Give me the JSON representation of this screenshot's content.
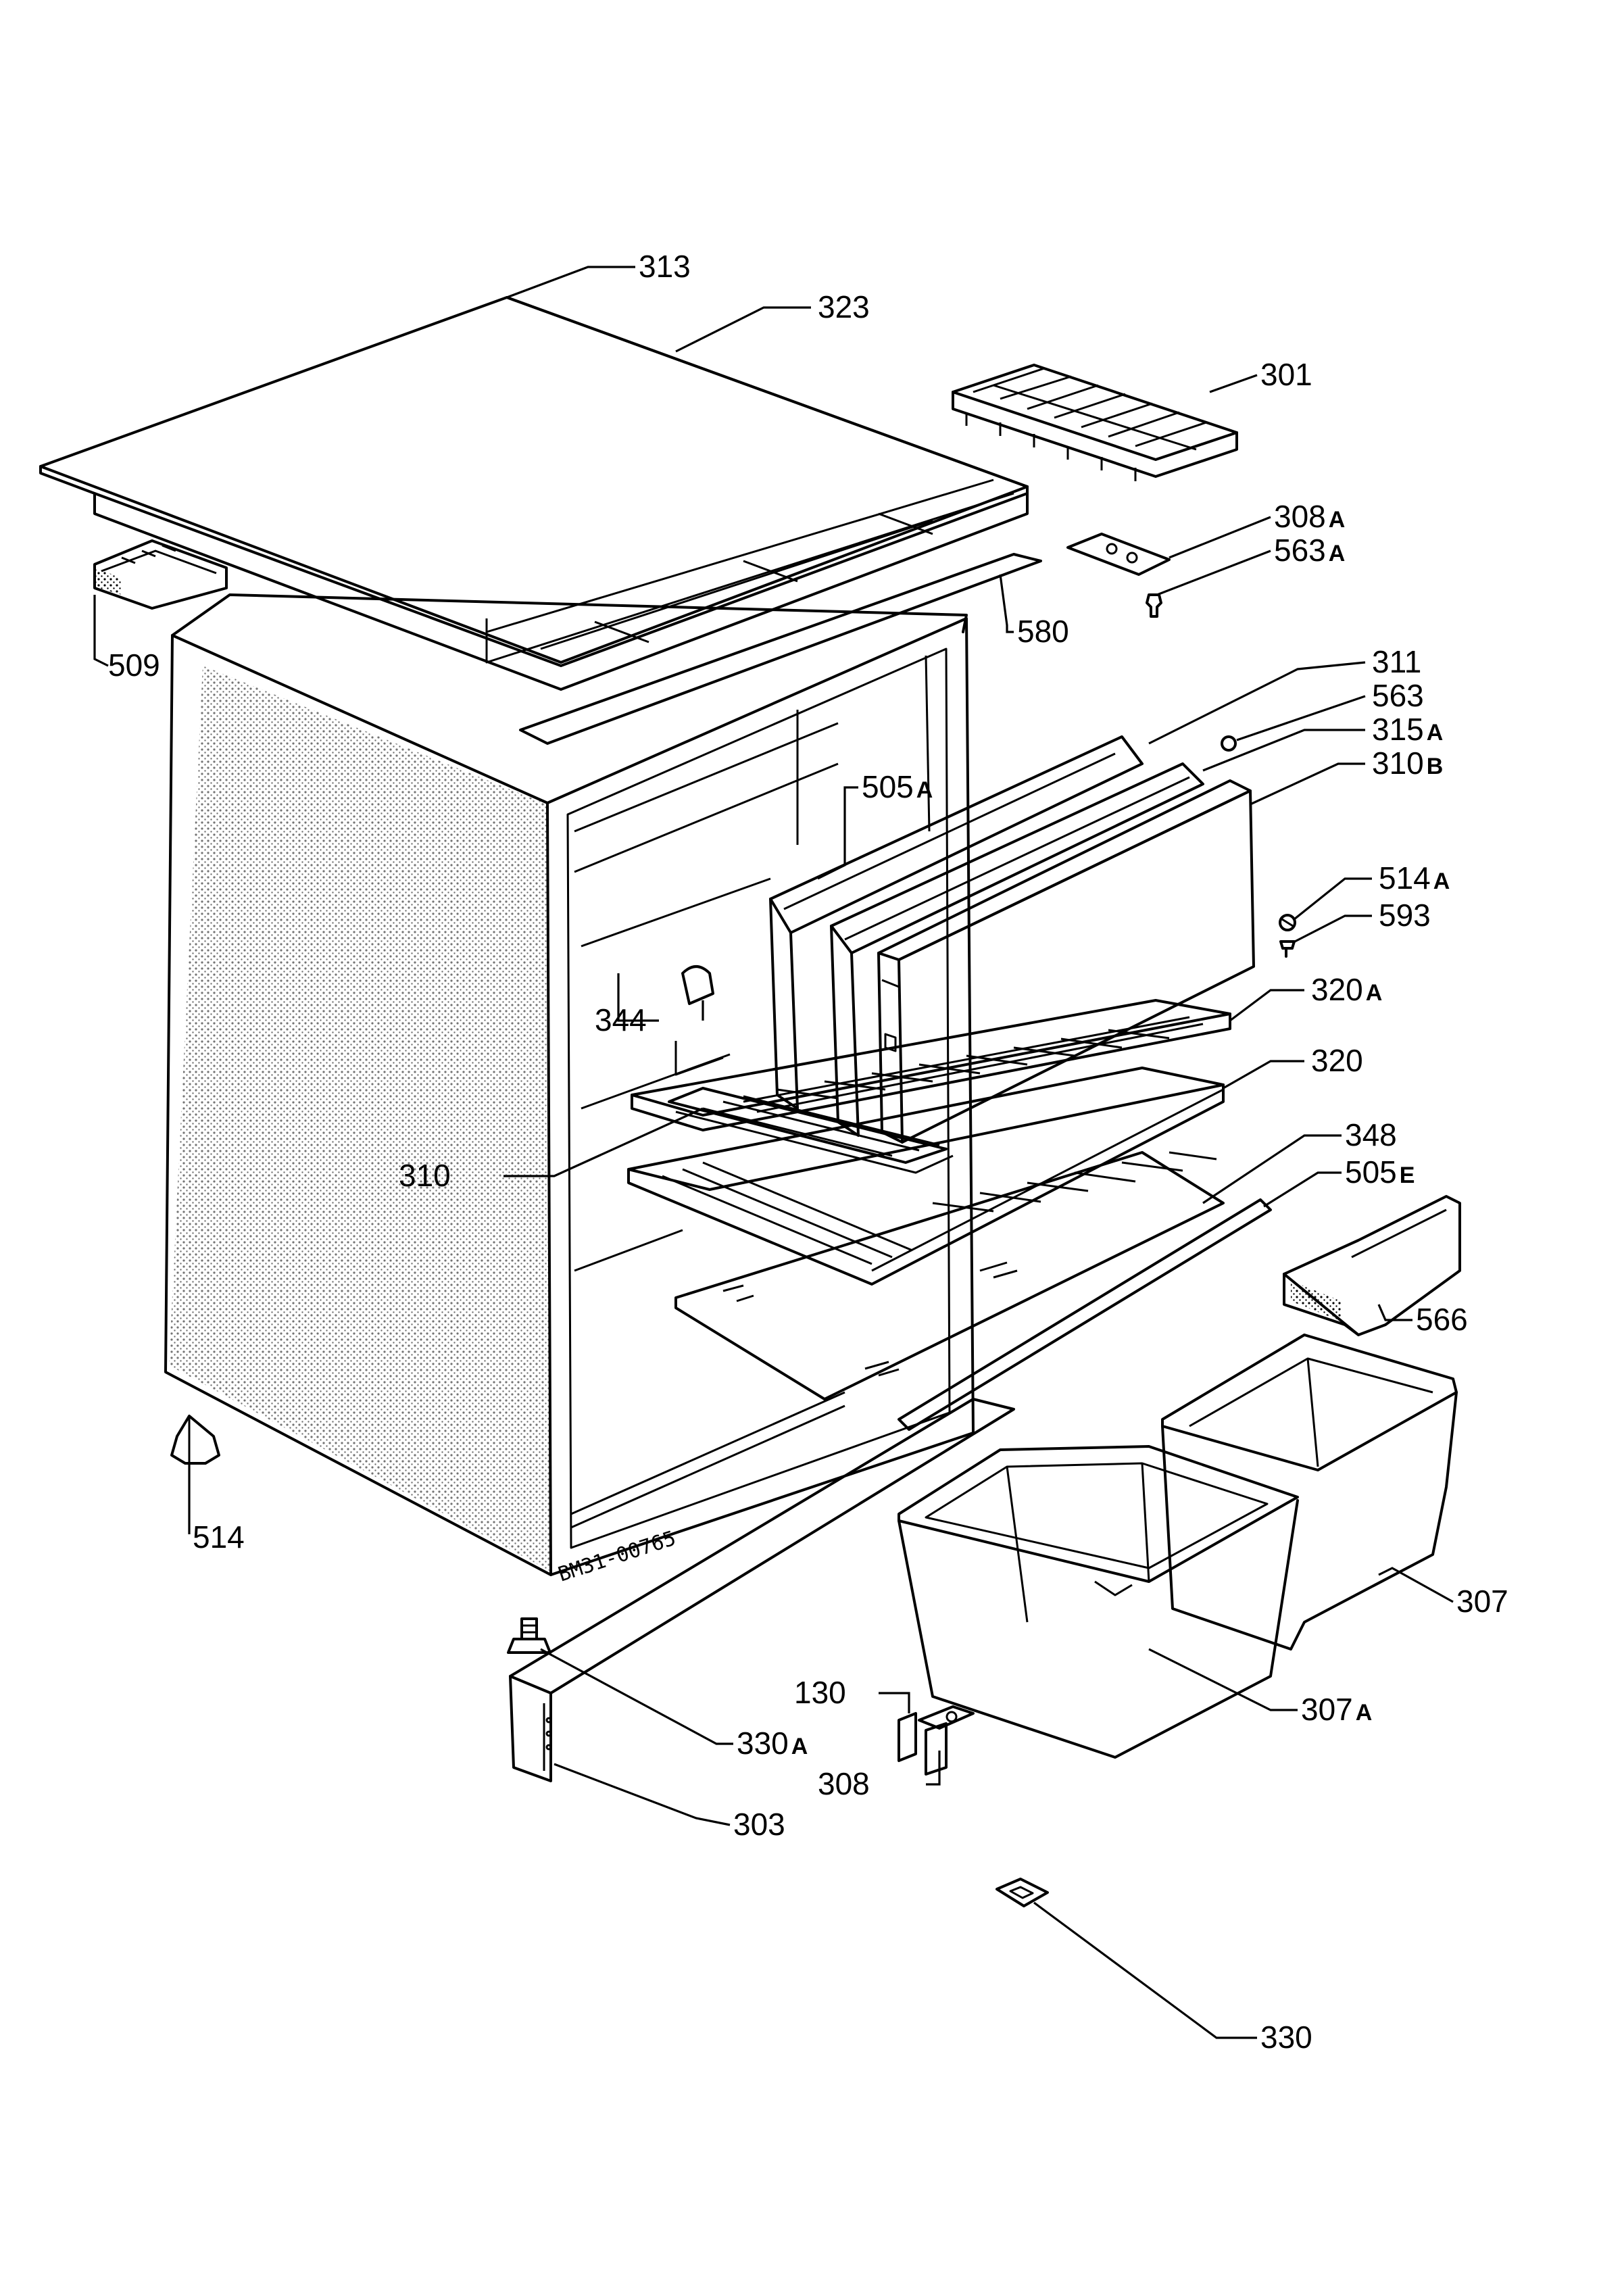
{
  "diagram": {
    "callouts": [
      {
        "id": "313",
        "suffix": ""
      },
      {
        "id": "323",
        "suffix": ""
      },
      {
        "id": "301",
        "suffix": ""
      },
      {
        "id": "308",
        "suffix": "A"
      },
      {
        "id": "563",
        "suffix": "A"
      },
      {
        "id": "580",
        "suffix": ""
      },
      {
        "id": "509",
        "suffix": ""
      },
      {
        "id": "311",
        "suffix": ""
      },
      {
        "id": "563",
        "suffix": ""
      },
      {
        "id": "315",
        "suffix": "A"
      },
      {
        "id": "310",
        "suffix": "B"
      },
      {
        "id": "505",
        "suffix": "A"
      },
      {
        "id": "514",
        "suffix": "A"
      },
      {
        "id": "593",
        "suffix": ""
      },
      {
        "id": "344",
        "suffix": ""
      },
      {
        "id": "320",
        "suffix": "A"
      },
      {
        "id": "320",
        "suffix": ""
      },
      {
        "id": "310",
        "suffix": ""
      },
      {
        "id": "348",
        "suffix": ""
      },
      {
        "id": "505",
        "suffix": "E"
      },
      {
        "id": "566",
        "suffix": ""
      },
      {
        "id": "514",
        "suffix": ""
      },
      {
        "id": "307",
        "suffix": ""
      },
      {
        "id": "130",
        "suffix": ""
      },
      {
        "id": "307",
        "suffix": "A"
      },
      {
        "id": "330",
        "suffix": "A"
      },
      {
        "id": "308",
        "suffix": ""
      },
      {
        "id": "303",
        "suffix": ""
      },
      {
        "id": "330",
        "suffix": ""
      }
    ],
    "model_stamp": "BM31-00765"
  }
}
